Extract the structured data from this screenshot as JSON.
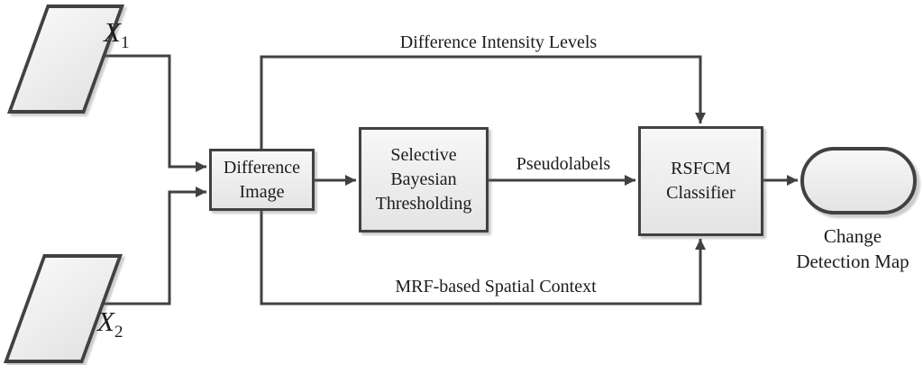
{
  "figure": {
    "type": "flowchart",
    "inputs": [
      {
        "base": "X",
        "sub": "1"
      },
      {
        "base": "X",
        "sub": "2"
      }
    ],
    "nodes": {
      "difference_image": {
        "lines": [
          "Difference",
          "Image"
        ]
      },
      "selective_bayesian_thresholding": {
        "lines": [
          "Selective",
          "Bayesian",
          "Thresholding"
        ]
      },
      "rsfcm_classifier": {
        "lines": [
          "RSFCM",
          "Classifier"
        ]
      },
      "change_detection_map": {
        "lines": [
          "Change",
          "Detection Map"
        ]
      }
    },
    "edge_labels": {
      "difference_intensity_levels": "Difference Intensity Levels",
      "pseudolabels": "Pseudolabels",
      "mrf_based_spatial_context": "MRF-based Spatial Context"
    },
    "colors": {
      "border": "#414141",
      "fill_light": "#f7f7f7",
      "fill_dark": "#e4e4e4",
      "text": "#1c1c1c"
    }
  }
}
